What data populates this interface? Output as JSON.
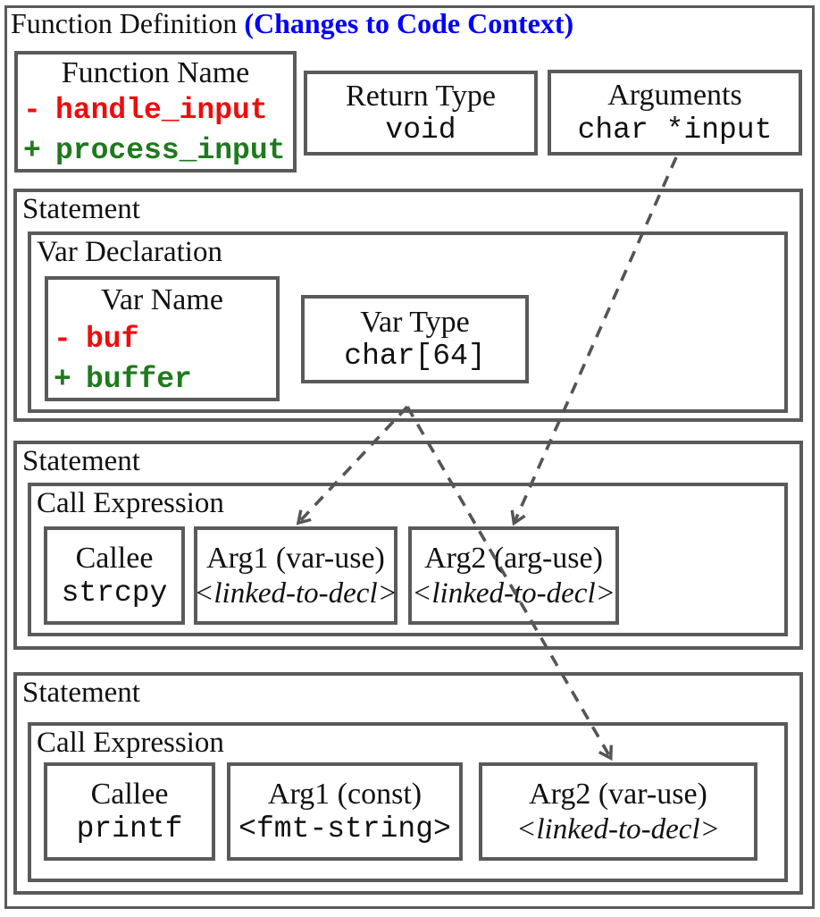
{
  "header": {
    "title_black": "Function Definition",
    "title_blue": "(Changes to Code Context)"
  },
  "colors": {
    "border_gray": "#5a5a5a",
    "removed_red": "#ee0d0d",
    "added_green": "#1e7a1e",
    "title_blue": "#0000ff",
    "arrow_gray": "#555555"
  },
  "function_name": {
    "label": "Function Name",
    "removed_sign": "-",
    "removed_name": "handle_input",
    "added_sign": "+",
    "added_name": "process_input"
  },
  "return_type": {
    "label": "Return Type",
    "value": "void"
  },
  "arguments": {
    "label": "Arguments",
    "value": "char *input"
  },
  "statement1": {
    "label": "Statement",
    "var_declaration": {
      "label": "Var Declaration",
      "var_name": {
        "label": "Var Name",
        "removed_sign": "-",
        "removed_name": "buf",
        "added_sign": "+",
        "added_name": "buffer"
      },
      "var_type": {
        "label": "Var Type",
        "value": "char[64]"
      }
    }
  },
  "statement2": {
    "label": "Statement",
    "call_expression": {
      "label": "Call Expression",
      "callee": {
        "label": "Callee",
        "value": "strcpy"
      },
      "arg1": {
        "label": "Arg1 (var-use)",
        "value": "<linked-to-decl>"
      },
      "arg2": {
        "label": "Arg2 (arg-use)",
        "value": "<linked-to-decl>"
      }
    }
  },
  "statement3": {
    "label": "Statement",
    "call_expression": {
      "label": "Call Expression",
      "callee": {
        "label": "Callee",
        "value": "printf"
      },
      "arg1": {
        "label": "Arg1 (const)",
        "value": "<fmt-string>"
      },
      "arg2": {
        "label": "Arg2 (var-use)",
        "value": "<linked-to-decl>"
      }
    }
  },
  "arrows": [
    {
      "from": "arguments",
      "to": "statement2-arg2"
    },
    {
      "from": "var-declaration",
      "to": "statement2-arg1"
    },
    {
      "from": "var-declaration",
      "to": "statement3-arg2"
    }
  ]
}
